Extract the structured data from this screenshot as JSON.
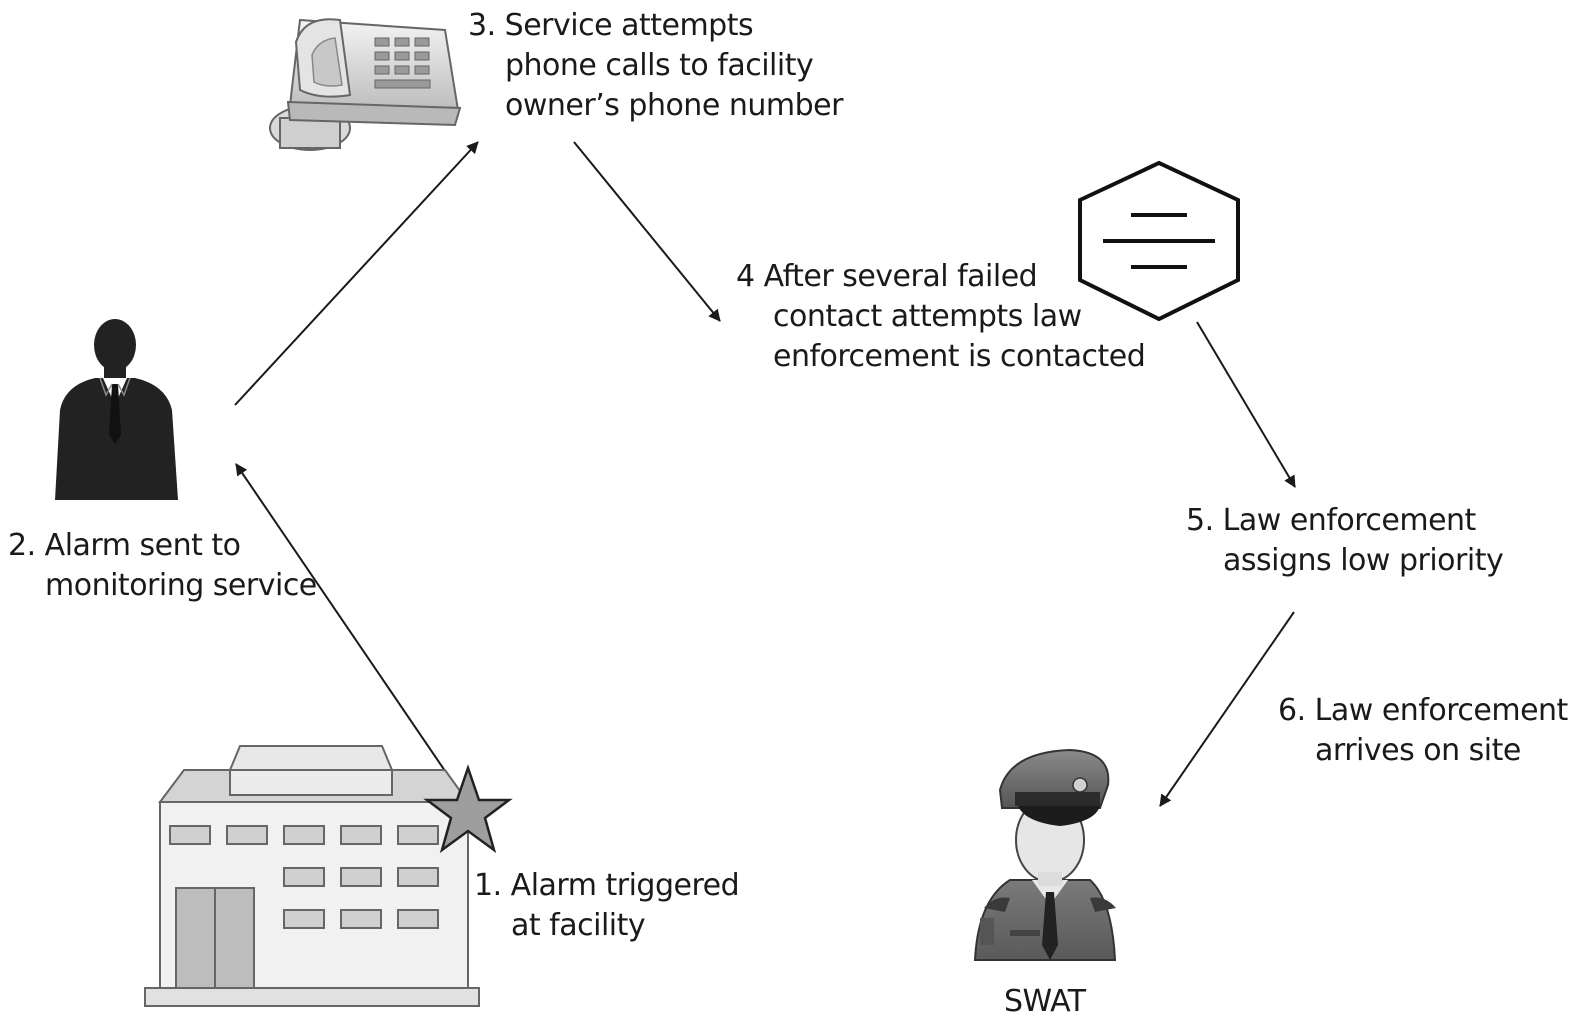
{
  "steps": [
    {
      "number": "1.",
      "lines": [
        "Alarm triggered",
        "at facility"
      ]
    },
    {
      "number": "2.",
      "lines": [
        "Alarm sent to",
        "monitoring service"
      ]
    },
    {
      "number": "3.",
      "lines": [
        "Service attempts",
        "phone calls to facility",
        "owner’s phone number"
      ]
    },
    {
      "number": "4",
      "lines": [
        "After several failed",
        "contact attempts law",
        "enforcement is contacted"
      ]
    },
    {
      "number": "5.",
      "lines": [
        "Law enforcement",
        "assigns low priority"
      ]
    },
    {
      "number": "6.",
      "lines": [
        "Law enforcement",
        "arrives on site"
      ]
    }
  ],
  "officer_label": "SWAT",
  "icons": {
    "facility": "building-icon",
    "alarm": "star-icon",
    "monitoring": "businessman-icon",
    "phone": "desk-phone-icon",
    "law_enforcement": "hexagon-icon",
    "officer": "police-officer-icon"
  },
  "colors": {
    "line": "#1a1a1a",
    "icon_dark": "#2a2a2a",
    "icon_gray": "#9a9a9a",
    "icon_light": "#e6e6e6"
  }
}
